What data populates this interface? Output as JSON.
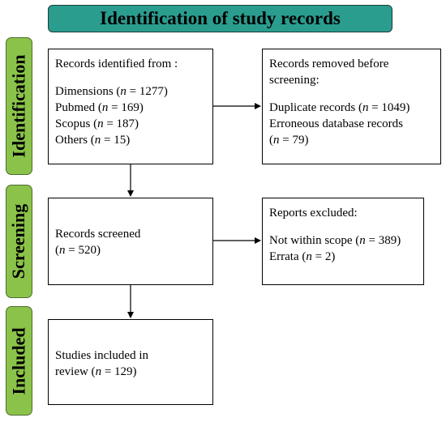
{
  "title": "Identification of study records",
  "stages": {
    "identification": "Identification",
    "screening": "Screening",
    "included": "Included"
  },
  "boxes": {
    "identified": {
      "heading": "Records identified from :",
      "lines": [
        {
          "pre": "Dimensions (",
          "n": "n",
          "post": " = 1277)"
        },
        {
          "pre": "Pubmed (",
          "n": "n",
          "post": " = 169)"
        },
        {
          "pre": "Scopus (",
          "n": "n",
          "post": " = 187)"
        },
        {
          "pre": "Others (",
          "n": "n",
          "post": " = 15)"
        }
      ]
    },
    "removed": {
      "heading1": "Records removed before",
      "heading2": "screening:",
      "line1": {
        "pre": "Duplicate records  (",
        "n": "n",
        "post": " = 1049)"
      },
      "line2": "Erroneous database records",
      "line3": {
        "pre": "(",
        "n": "n",
        "post": " = 79)"
      }
    },
    "screened": {
      "line1": "Records screened",
      "line2": {
        "pre": "(",
        "n": "n",
        "post": " = 520)"
      }
    },
    "excluded": {
      "heading": "Reports excluded:",
      "line1": {
        "pre": "Not within scope (",
        "n": "n",
        "post": " = 389)"
      },
      "line2": {
        "pre": "Errata (",
        "n": "n",
        "post": " = 2)"
      }
    },
    "included": {
      "line1": "Studies included in",
      "line2": {
        "pre": "review (",
        "n": "n",
        "post": " = 129)"
      }
    }
  },
  "colors": {
    "title_bg": "#2a9d8f",
    "stage_bg": "#8bc34a"
  }
}
